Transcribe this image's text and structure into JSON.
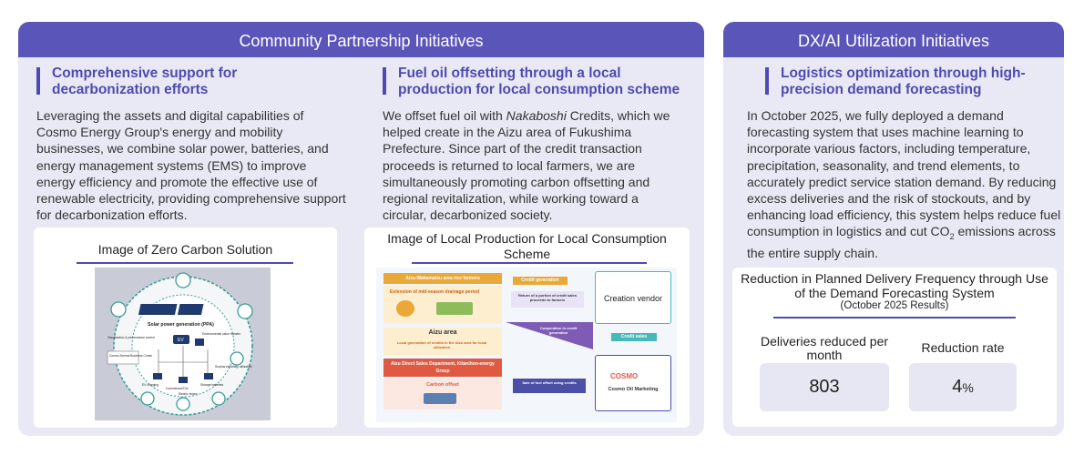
{
  "community": {
    "header": "Community Partnership Initiatives",
    "decarb": {
      "title": "Comprehensive support for decarbonization efforts",
      "body": "Leveraging the assets and digital capabilities of Cosmo Energy Group's energy and mobility businesses, we combine solar power, batteries, and energy management systems (EMS) to improve energy efficiency and promote the effective use of renewable electricity, providing comprehensive support for decarbonization efforts.",
      "image_caption": "Image of Zero Carbon Solution",
      "diagram": {
        "center_label": "Solar power generation (PPA)",
        "ev_label": "EV",
        "labels": [
          "Visualization & performance control",
          "Cosmo Zeemal Business Comm",
          "Environmental value transfer",
          "Surplus electricity utilization",
          "EV charging",
          "Commercial EVs",
          "Electric buses",
          "Storage batteries"
        ]
      }
    },
    "fuel": {
      "title": "Fuel oil offsetting through a local production for local consumption scheme",
      "body_pre": "We offset fuel oil with ",
      "body_em": "Nakaboshi",
      "body_post": " Credits, which we helped create in the Aizu area of Fukushima Prefecture. Since part of the credit transaction proceeds is returned to local farmers, we are simultaneously promoting carbon offsetting and regional revitalization, while working toward a circular, decarbonized society.",
      "image_caption": "Image of Local Production for Local Consumption Scheme",
      "diagram": {
        "farmers": "Aizu-Wakamatsu area rice farmers",
        "extension": "Extension of mid-season drainage period",
        "aizu": "Aizu area",
        "aizu_sub": "Local generation of credits in the Aizu area for local utilization",
        "dept": "Aizu Direct Sales Department, Kitanihon-energy Group",
        "offset": "Carbon offset",
        "credit_gen": "Credit generation",
        "return": "Return of a portion of credit sales proceeds to farmers",
        "coop": "Cooperation in credit generation",
        "sale": "Sale of fuel offset using credits",
        "vendor": "Creation vendor",
        "credit_sales": "Credit sales",
        "cosmo_logo": "COSMO",
        "cosmo_name": "Cosmo Oil Marketing"
      }
    }
  },
  "dx": {
    "header": "DX/AI Utilization Initiatives",
    "title": "Logistics optimization through high-precision demand forecasting",
    "body_main": "In October 2025, we fully deployed a demand forecasting system that uses machine learning to incorporate various factors, including temperature, precipitation, seasonality, and trend elements, to accurately predict service station demand. By reducing excess deliveries and the risk of stockouts, and by enhancing load efficiency, this system helps reduce fuel consumption in logistics and cut CO",
    "body_sub": "2",
    "body_tail": " emissions across the entire supply chain.",
    "card": {
      "title": "Reduction in Planned Delivery Frequency through Use of the Demand Forecasting System",
      "subtitle": "(October 2025 Results)",
      "metrics": [
        {
          "label": "Deliveries reduced per month",
          "value": "803",
          "unit": ""
        },
        {
          "label": "Reduction rate",
          "value": "4",
          "unit": "%"
        }
      ]
    }
  },
  "colors": {
    "header_bg": "#5a55b8",
    "accent": "#4f4ab0",
    "panel_bg": "#e9e9f6",
    "metric_bg": "#e6e7f2"
  }
}
